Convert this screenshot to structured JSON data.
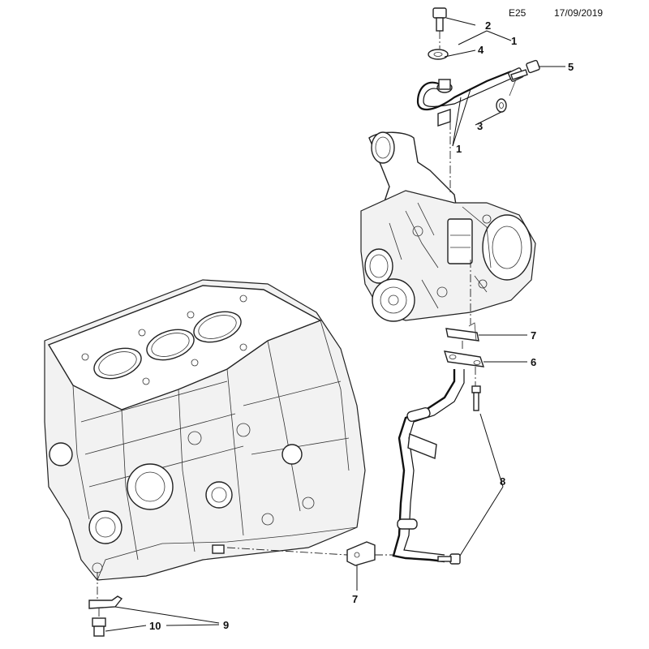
{
  "header": {
    "code": "E25",
    "date": "17/09/2019"
  },
  "callouts": {
    "c1a": "1",
    "c1b": "1",
    "c2": "2",
    "c3": "3",
    "c4": "4",
    "c5": "5",
    "c6": "6",
    "c7a": "7",
    "c7b": "7",
    "c8": "8",
    "c9": "9",
    "c10": "10"
  }
}
